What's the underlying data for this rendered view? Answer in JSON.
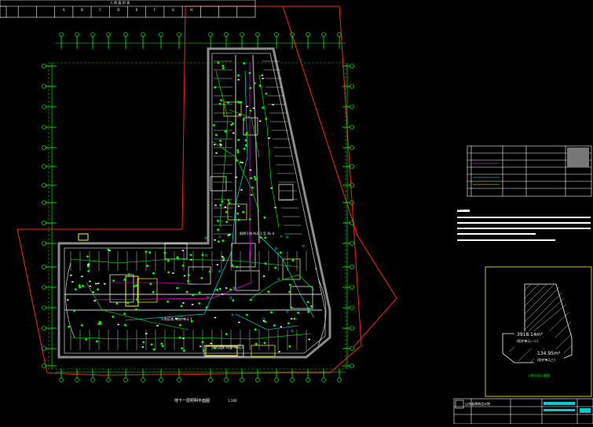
{
  "drawing": {
    "title": "地下一层照明平面图",
    "scale": "1:100",
    "top_table": {
      "title": "人 防 面 积 表",
      "cells": [
        "",
        "",
        "",
        "A",
        "B",
        "C",
        "D",
        "E",
        "F",
        "G",
        "H",
        "",
        "",
        ""
      ]
    },
    "annotations": [
      "人防区域 A防护单元 1",
      "人防区域 B防护单元 2",
      "照明干线 ALE-1 至 AL-4"
    ],
    "legend_rows": [
      "",
      "",
      "",
      "",
      "",
      "",
      ""
    ],
    "notes_heading": "说明:",
    "site_plan": {
      "area_label": "3918.14m²",
      "area_sub": "(防护单元一二)",
      "area2_label": "134.95m²",
      "area2_sub": "(防护单元三)",
      "caption": "人防分区示意图"
    },
    "title_block": {
      "company": "山东省建筑设计院"
    }
  },
  "colors": {
    "background": "#000000",
    "grid": "#00ff00",
    "wall": "#9a9a9a",
    "boundary": "#ff0000",
    "outline": "#ffffff",
    "power": "#00ffff",
    "accent": "#ffff00",
    "magenta": "#ff00ff"
  }
}
